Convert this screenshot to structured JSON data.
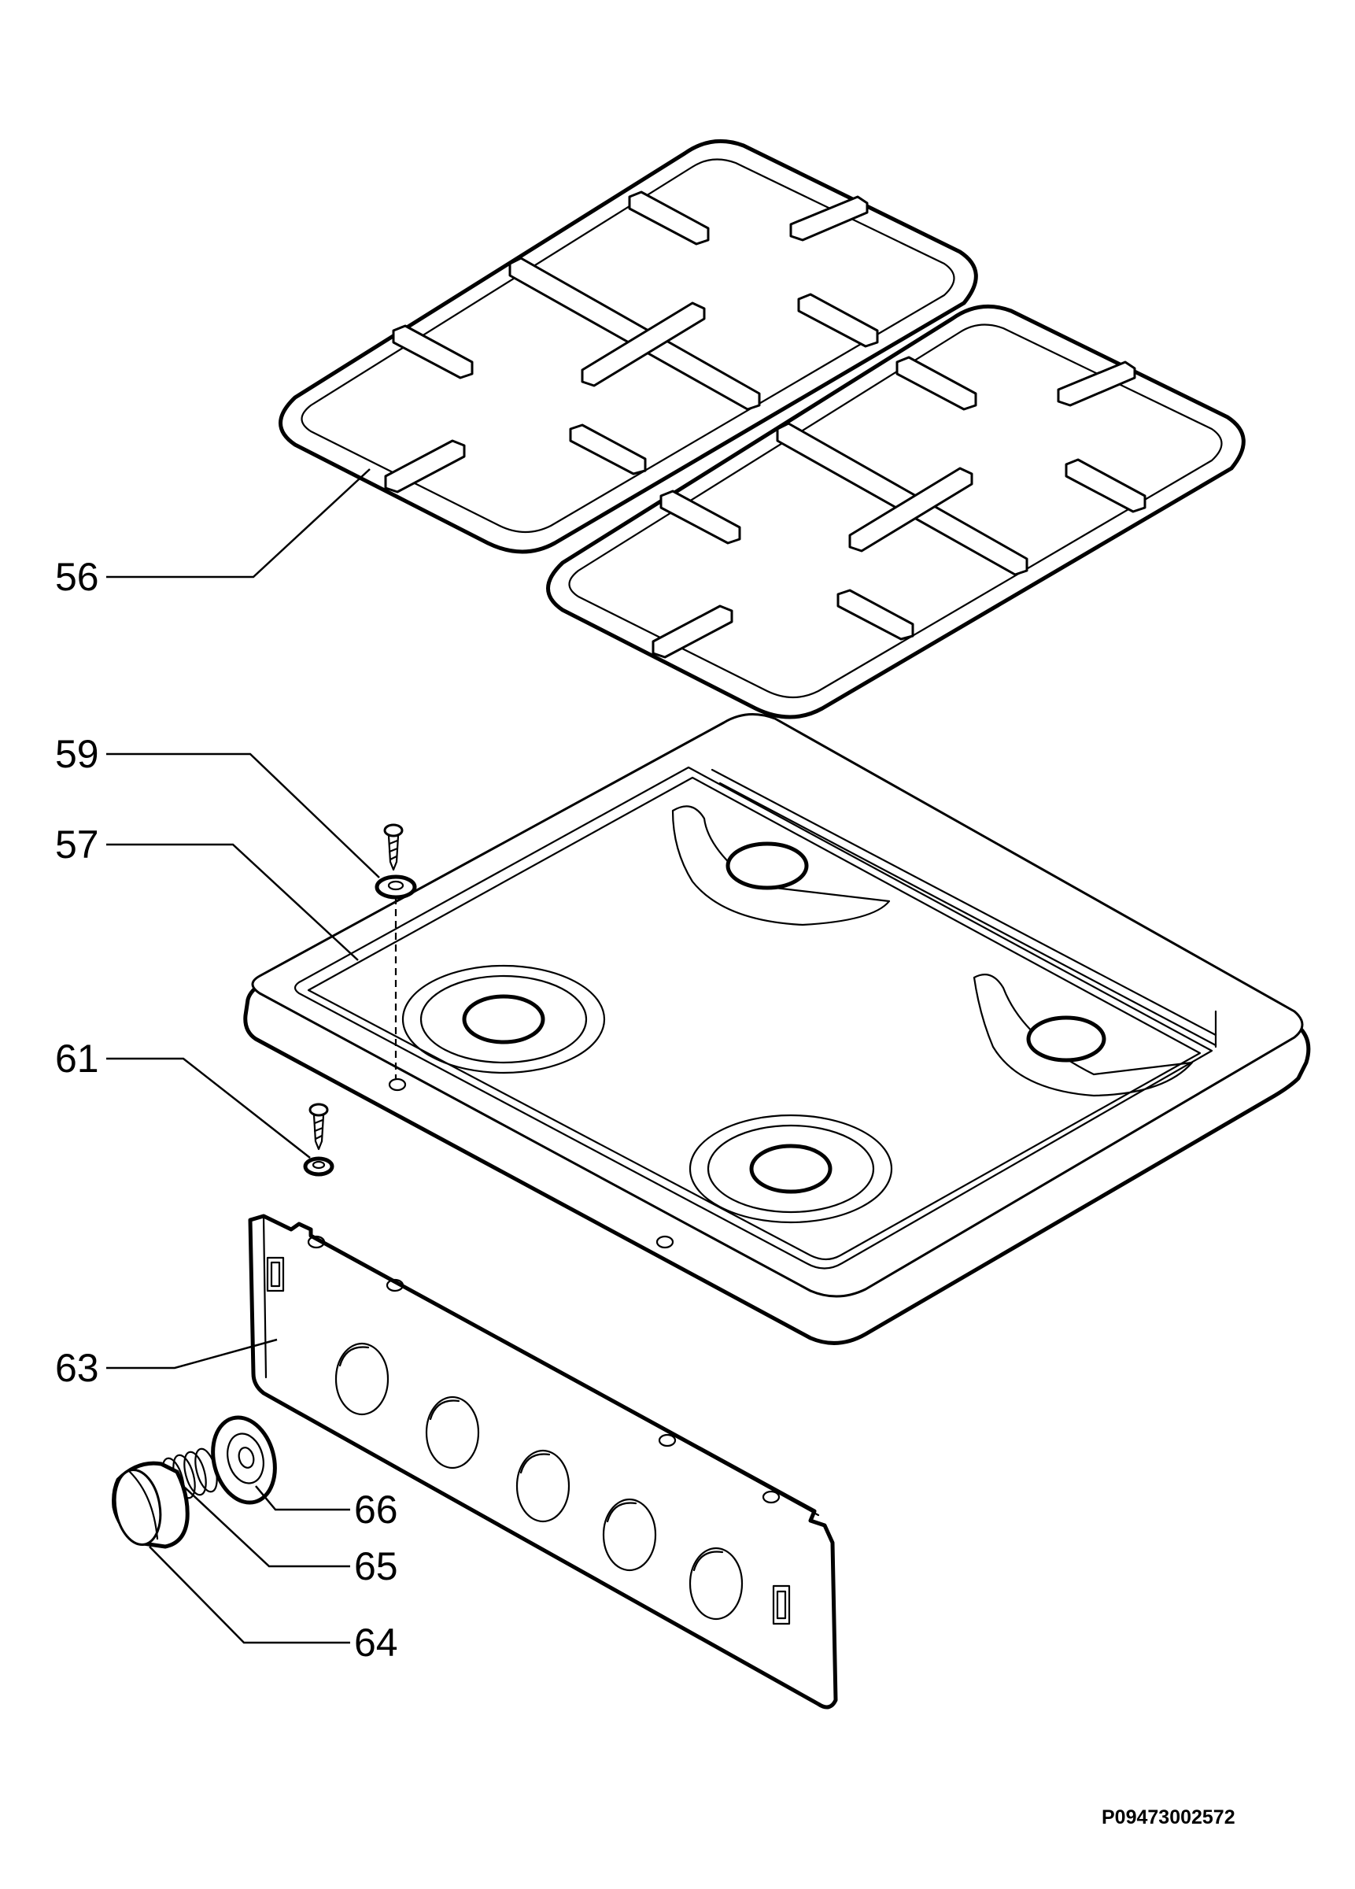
{
  "diagram": {
    "callouts": {
      "c56": "56",
      "c59": "59",
      "c57": "57",
      "c61": "61",
      "c63": "63",
      "c66": "66",
      "c65": "65",
      "c64": "64"
    },
    "document_code": "P09473002572"
  }
}
